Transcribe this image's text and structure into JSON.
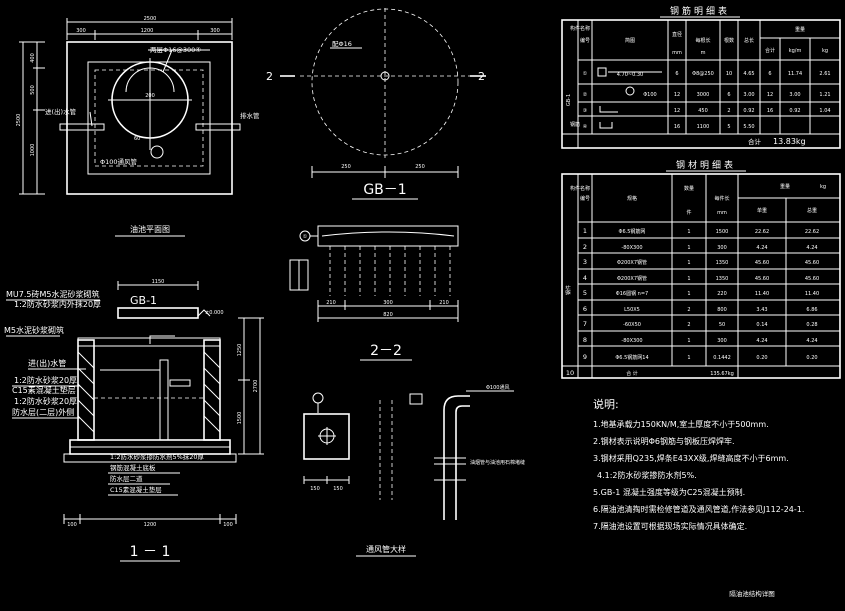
{
  "plan": {
    "top_dims": [
      "300",
      "1200",
      "300"
    ],
    "top_total": "2500",
    "left_dims": [
      "400",
      "500",
      "1000"
    ],
    "left_total": "2500",
    "rebar": "两层Φ16@300④",
    "pipe_label": "进(出)水管",
    "out_pipe": "排水管",
    "center": "200",
    "sixty": "60",
    "vent": "Φ100通风管",
    "title": "油池平面图"
  },
  "gb": {
    "rebar": "配Φ16",
    "sec_left": "2",
    "sec_right": "2",
    "d1": "250",
    "d2": "250",
    "title": "GB－1"
  },
  "s22": {
    "label": "①",
    "dims": [
      "210",
      "300",
      "210"
    ],
    "total": "820",
    "title": "2－2"
  },
  "s11": {
    "callouts": [
      "MU7.5砖M5水泥砂浆砌筑",
      "1:2防水砂浆内外抹20厚",
      "M5水泥砂浆砌筑",
      "进(出)水管",
      "1:2防水砂浆20厚",
      "C15素混凝土垫层",
      "1:2防水砂浆20厚",
      "防水层(二层)外侧"
    ],
    "bottom_callouts": [
      "1:2防水砂浆掺防水剂5%抹20厚",
      "钢筋混凝土底板",
      "防水层二道",
      "C15素混凝土垫层"
    ],
    "top_dim": "1150",
    "gb_label": "GB-1",
    "elev": "±0.000",
    "right_dims": [
      "1250",
      "1500",
      "2700"
    ],
    "bottom_dims": [
      "100",
      "1200",
      "100"
    ],
    "title": "1 － 1"
  },
  "vent": {
    "tag": "Φ100通风",
    "note": "油烟管与油池用石棉堵缝",
    "dims": [
      "150",
      "150"
    ],
    "title": "通风管大样"
  },
  "rebar_table": {
    "title": "钢筋明细表",
    "headers": [
      "构件名称",
      "编号",
      "简图",
      "直径",
      "每根长",
      "根数",
      "总长",
      "重量"
    ],
    "subheaders": [
      "mm",
      "m",
      "kg/m",
      "kg",
      "合计"
    ],
    "rows": [
      {
        "id": "①",
        "dia": "6",
        "len": "4.70~0.30",
        "n": "10",
        "sub": "Φ8@250",
        "tot": "4.65",
        "w": "6",
        "a": "11.74",
        "b": "2.61"
      },
      {
        "id": "②",
        "dia": "12",
        "len": "Φ100",
        "n": "6",
        "sub": "3000",
        "tot": "3.00",
        "w": "12",
        "a": "3.00",
        "b": "1.21"
      },
      {
        "id": "③",
        "dia": "12",
        "len": "",
        "n": "2",
        "sub": "450",
        "tot": "0.92",
        "w": "16",
        "a": "0.92",
        "b": "1.04"
      },
      {
        "id": "④",
        "dia": "16",
        "len": "",
        "n": "5",
        "sub": "1100",
        "tot": "5.50",
        "w": "",
        "a": "",
        "b": ""
      }
    ],
    "side_label": "GB-1",
    "side_label2": "钢筋",
    "total_label": "合计",
    "total": "13.83kg"
  },
  "material_table": {
    "title": "钢材明细表",
    "headers": [
      "构件名称",
      "编号",
      "规格",
      "数量",
      "每件长",
      "重量"
    ],
    "subheaders": [
      "件",
      "mm",
      "单重",
      "总重",
      "kg"
    ],
    "rows": [
      {
        "no": "1",
        "spec": "Φ6.5钢筋网",
        "qty": "1",
        "len": "1500",
        "w1": "22.62",
        "w2": "22.62"
      },
      {
        "no": "2",
        "spec": "-80X300",
        "qty": "1",
        "len": "300",
        "w1": "4.24",
        "w2": "4.24"
      },
      {
        "no": "3",
        "spec": "Φ200X7钢管",
        "qty": "1",
        "len": "1350",
        "w1": "45.60",
        "w2": "45.60"
      },
      {
        "no": "4",
        "spec": "Φ200X7钢管",
        "qty": "1",
        "len": "1350",
        "w1": "45.60",
        "w2": "45.60"
      },
      {
        "no": "5",
        "spec": "Φ16圆钢 n=7",
        "qty": "1",
        "len": "220",
        "w1": "11.40",
        "w2": "11.40"
      },
      {
        "no": "6",
        "spec": "L50X5",
        "qty": "2",
        "len": "800",
        "w1": "3.43",
        "w2": "6.86"
      },
      {
        "no": "7",
        "spec": "-60X50",
        "qty": "2",
        "len": "50",
        "w1": "0.14",
        "w2": "0.28"
      },
      {
        "no": "8",
        "spec": "-80X300",
        "qty": "1",
        "len": "300",
        "w1": "4.24",
        "w2": "4.24"
      },
      {
        "no": "9",
        "spec": "Φ6.5钢筋网14",
        "qty": "1",
        "len": "0.1442",
        "w1": "0.20",
        "w2": "0.20"
      },
      {
        "no": "10",
        "spec": "合  计",
        "qty": "",
        "len": "",
        "w1": "135.67kg",
        "w2": ""
      }
    ],
    "side_label": "钢件"
  },
  "notes": {
    "title": "说明:",
    "items": [
      "1.地基承载力150KN/M,室土厚度不小于500mm.",
      "2.钢材表示说明Φ6钢筋与钢板压焊焊牢.",
      "3.钢材采用Q235,焊条E43XX级,焊缝高度不小于6mm.",
      "4.1:2防水砂浆掺防水剂5%.",
      "5.GB-1 混凝土强度等级为C25混凝土预制.",
      "6.隔油池清掏时需检修管道及通风管道,作法参见J112-24-1.",
      "7.隔油池设置可根据现场实际情况具体确定."
    ]
  },
  "sheet_title": "隔油池结构详图"
}
